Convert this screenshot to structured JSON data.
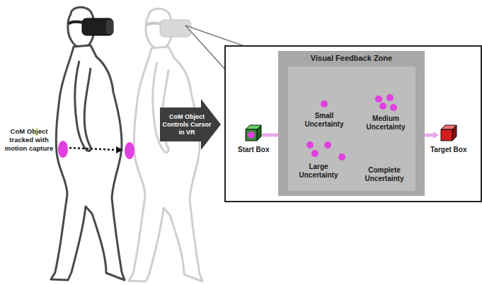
{
  "diagram": {
    "nodes": [
      {
        "text": [
          "CoM Object Controls Cursor in VR"
        ]
      },
      {
        "text": [
          "Visual Feedback Zone"
        ]
      },
      {
        "text": [
          "Start Box"
        ]
      },
      {
        "text": [
          "Target Box"
        ]
      }
    ],
    "edges": [
      {
        "from": 2,
        "to": 3,
        "arrow": "to"
      }
    ],
    "labels": [
      "CoM Object tracked with motion capture",
      "Small Uncertainty",
      "Medium Uncertainty",
      "Large Uncertainty",
      "Complete Uncertainty"
    ]
  }
}
